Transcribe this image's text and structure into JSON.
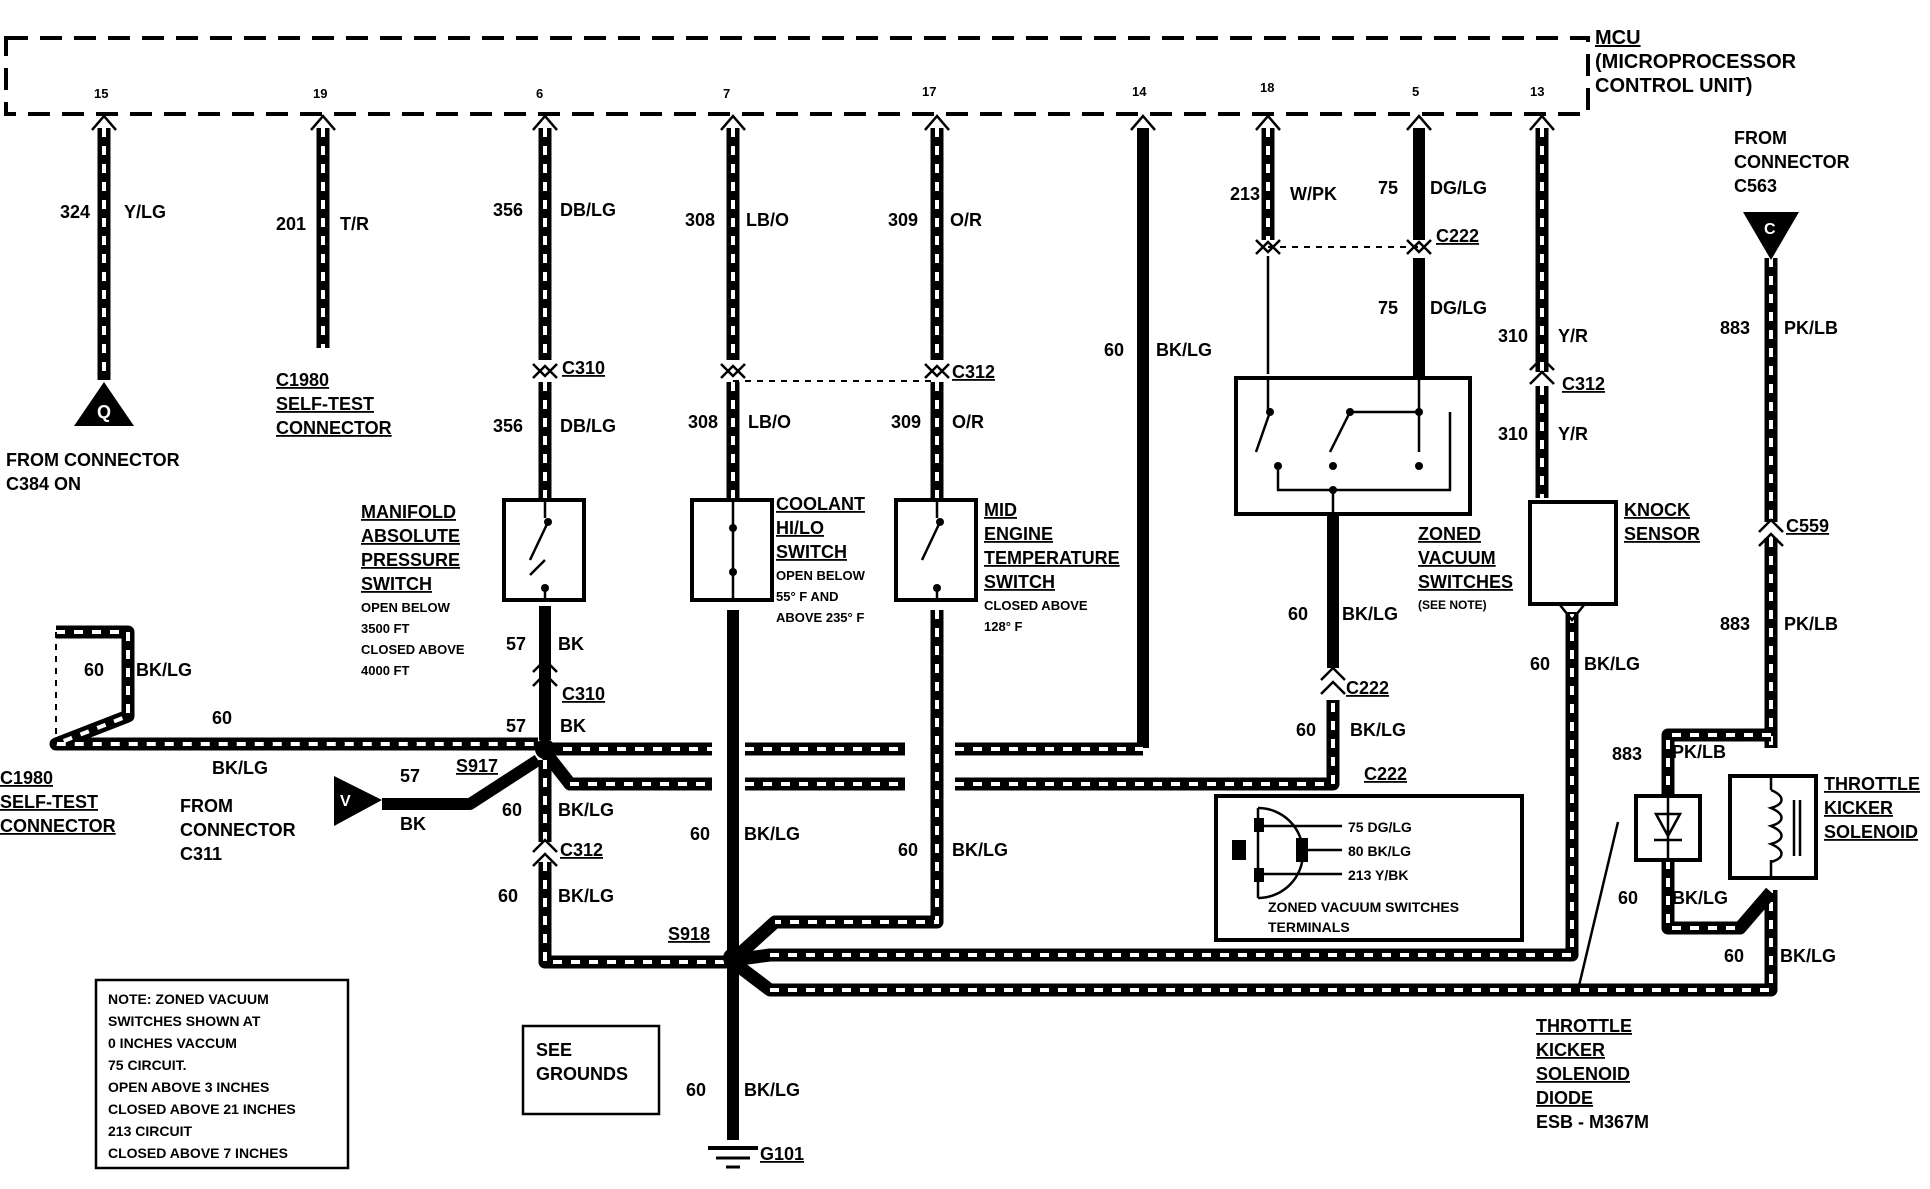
{
  "mcu": {
    "label": "MCU",
    "full_name_1": "(MICROPROCESSOR",
    "full_name_2": "CONTROL UNIT)",
    "pins": [
      "15",
      "19",
      "6",
      "7",
      "17",
      "14",
      "18",
      "5",
      "13"
    ]
  },
  "circuits": {
    "c324": {
      "num": "324",
      "color": "Y/LG"
    },
    "c201": {
      "num": "201",
      "color": "T/R"
    },
    "c356a": {
      "num": "356",
      "color": "DB/LG"
    },
    "c356b": {
      "num": "356",
      "color": "DB/LG"
    },
    "c308a": {
      "num": "308",
      "color": "LB/O"
    },
    "c308b": {
      "num": "308",
      "color": "LB/O"
    },
    "c309a": {
      "num": "309",
      "color": "O/R"
    },
    "c309b": {
      "num": "309",
      "color": "O/R"
    },
    "c60_14": {
      "num": "60",
      "color": "BK/LG"
    },
    "c213": {
      "num": "213",
      "color": "W/PK"
    },
    "c75a": {
      "num": "75",
      "color": "DG/LG"
    },
    "c75b": {
      "num": "75",
      "color": "DG/LG"
    },
    "c310a": {
      "num": "310",
      "color": "Y/R"
    },
    "c310b": {
      "num": "310",
      "color": "Y/R"
    },
    "c883a": {
      "num": "883",
      "color": "PK/LB"
    },
    "c883b": {
      "num": "883",
      "color": "PK/LB"
    },
    "c883c": {
      "num": "883",
      "color": "PK/LB"
    },
    "c57a": {
      "num": "57",
      "color": "BK"
    },
    "c57b": {
      "num": "57",
      "color": "BK"
    },
    "c57c": {
      "num": "57",
      "color": "BK"
    },
    "c60_selftest_a": {
      "num": "60",
      "color": "BK/LG"
    },
    "c60_selftest_b": {
      "num": "60",
      "color": "BK/LG"
    },
    "c60_s917": {
      "num": "60",
      "color": "BK/LG"
    },
    "c60_c312": {
      "num": "60",
      "color": "BK/LG"
    },
    "c60_coolant": {
      "num": "60",
      "color": "BK/LG"
    },
    "c60_mid": {
      "num": "60",
      "color": "BK/LG"
    },
    "c60_zoned": {
      "num": "60",
      "color": "BK/LG"
    },
    "c60_c222": {
      "num": "60",
      "color": "BK/LG"
    },
    "c60_knock": {
      "num": "60",
      "color": "BK/LG"
    },
    "c60_diode": {
      "num": "60",
      "color": "BK/LG"
    },
    "c60_solenoid": {
      "num": "60",
      "color": "BK/LG"
    },
    "c60_ground": {
      "num": "60",
      "color": "BK/LG"
    }
  },
  "connectors": {
    "c310_top": "C310",
    "c310_bot": "C310",
    "c312_top": "C312",
    "c312_knock": "C312",
    "c312_bot": "C312",
    "c222_top": "C222",
    "c222_mid": "C222",
    "c222_box": "C222",
    "c559": "C559",
    "s917": "S917",
    "s918": "S918",
    "g101": "G101"
  },
  "labels": {
    "from_c384_1": "FROM CONNECTOR",
    "from_c384_2": "C384 ON",
    "c1980_top_1": "C1980",
    "c1980_top_2": "SELF-TEST",
    "c1980_top_3": "CONNECTOR",
    "c1980_left_1": "C1980",
    "c1980_left_2": "SELF-TEST",
    "c1980_left_3": "CONNECTOR",
    "from_c311_1": "FROM",
    "from_c311_2": "CONNECTOR",
    "from_c311_3": "C311",
    "from_c563_1": "FROM",
    "from_c563_2": "CONNECTOR",
    "from_c563_3": "C563",
    "see_grounds_1": "SEE",
    "see_grounds_2": "GROUNDS",
    "tag_q": "Q",
    "tag_v": "V",
    "tag_c": "C"
  },
  "components": {
    "map_1": "MANIFOLD",
    "map_2": "ABSOLUTE",
    "map_3": "PRESSURE",
    "map_4": "SWITCH",
    "map_n1": "OPEN BELOW",
    "map_n2": "3500 FT",
    "map_n3": "CLOSED ABOVE",
    "map_n4": "4000 FT",
    "cool_1": "COOLANT",
    "cool_2": "HI/LO",
    "cool_3": "SWITCH",
    "cool_n1": "OPEN BELOW",
    "cool_n2": "55° F AND",
    "cool_n3": "ABOVE 235° F",
    "mid_1": "MID",
    "mid_2": "ENGINE",
    "mid_3": "TEMPERATURE",
    "mid_4": "SWITCH",
    "mid_n1": "CLOSED ABOVE",
    "mid_n2": "128° F",
    "zvs_1": "ZONED",
    "zvs_2": "VACUUM",
    "zvs_3": "SWITCHES",
    "zvs_n": "(SEE NOTE)",
    "knock_1": "KNOCK",
    "knock_2": "SENSOR",
    "tks_1": "THROTTLE",
    "tks_2": "KICKER",
    "tks_3": "SOLENOID",
    "tksd_1": "THROTTLE",
    "tksd_2": "KICKER",
    "tksd_3": "SOLENOID",
    "tksd_4": "DIODE",
    "tksd_5": "ESB - M367M"
  },
  "c222_terminals": {
    "t1": "75   DG/LG",
    "t2": "80   BK/LG",
    "t3": "213  Y/BK",
    "caption_1": "ZONED VACUUM SWITCHES",
    "caption_2": "TERMINALS"
  },
  "note": [
    "NOTE: ZONED VACUUM",
    "SWITCHES SHOWN AT",
    "0 INCHES VACCUM",
    "75 CIRCUIT.",
    "OPEN ABOVE 3 INCHES",
    "CLOSED ABOVE 21 INCHES",
    "213 CIRCUIT",
    "CLOSED ABOVE 7 INCHES"
  ]
}
